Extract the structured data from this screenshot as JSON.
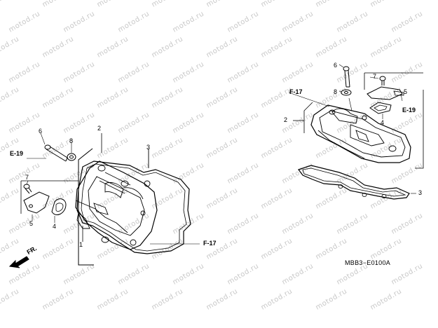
{
  "watermark": "motod.ru",
  "diagram_code": "MBB3−E0100A",
  "direction_label": "FR.",
  "refs": {
    "e19_left": "E-19",
    "f17_left": "F-17",
    "f17_right": "F-17",
    "e19_right": "E-19"
  },
  "callouts_left": {
    "n1": "1",
    "n2": "2",
    "n3": "3",
    "n4": "4",
    "n5": "5",
    "n6": "6",
    "n7": "7",
    "n8": "8"
  },
  "callouts_right": {
    "n2": "2",
    "n3": "3",
    "n4": "4",
    "n5": "5",
    "n6": "6",
    "n7": "7",
    "n8": "8"
  }
}
